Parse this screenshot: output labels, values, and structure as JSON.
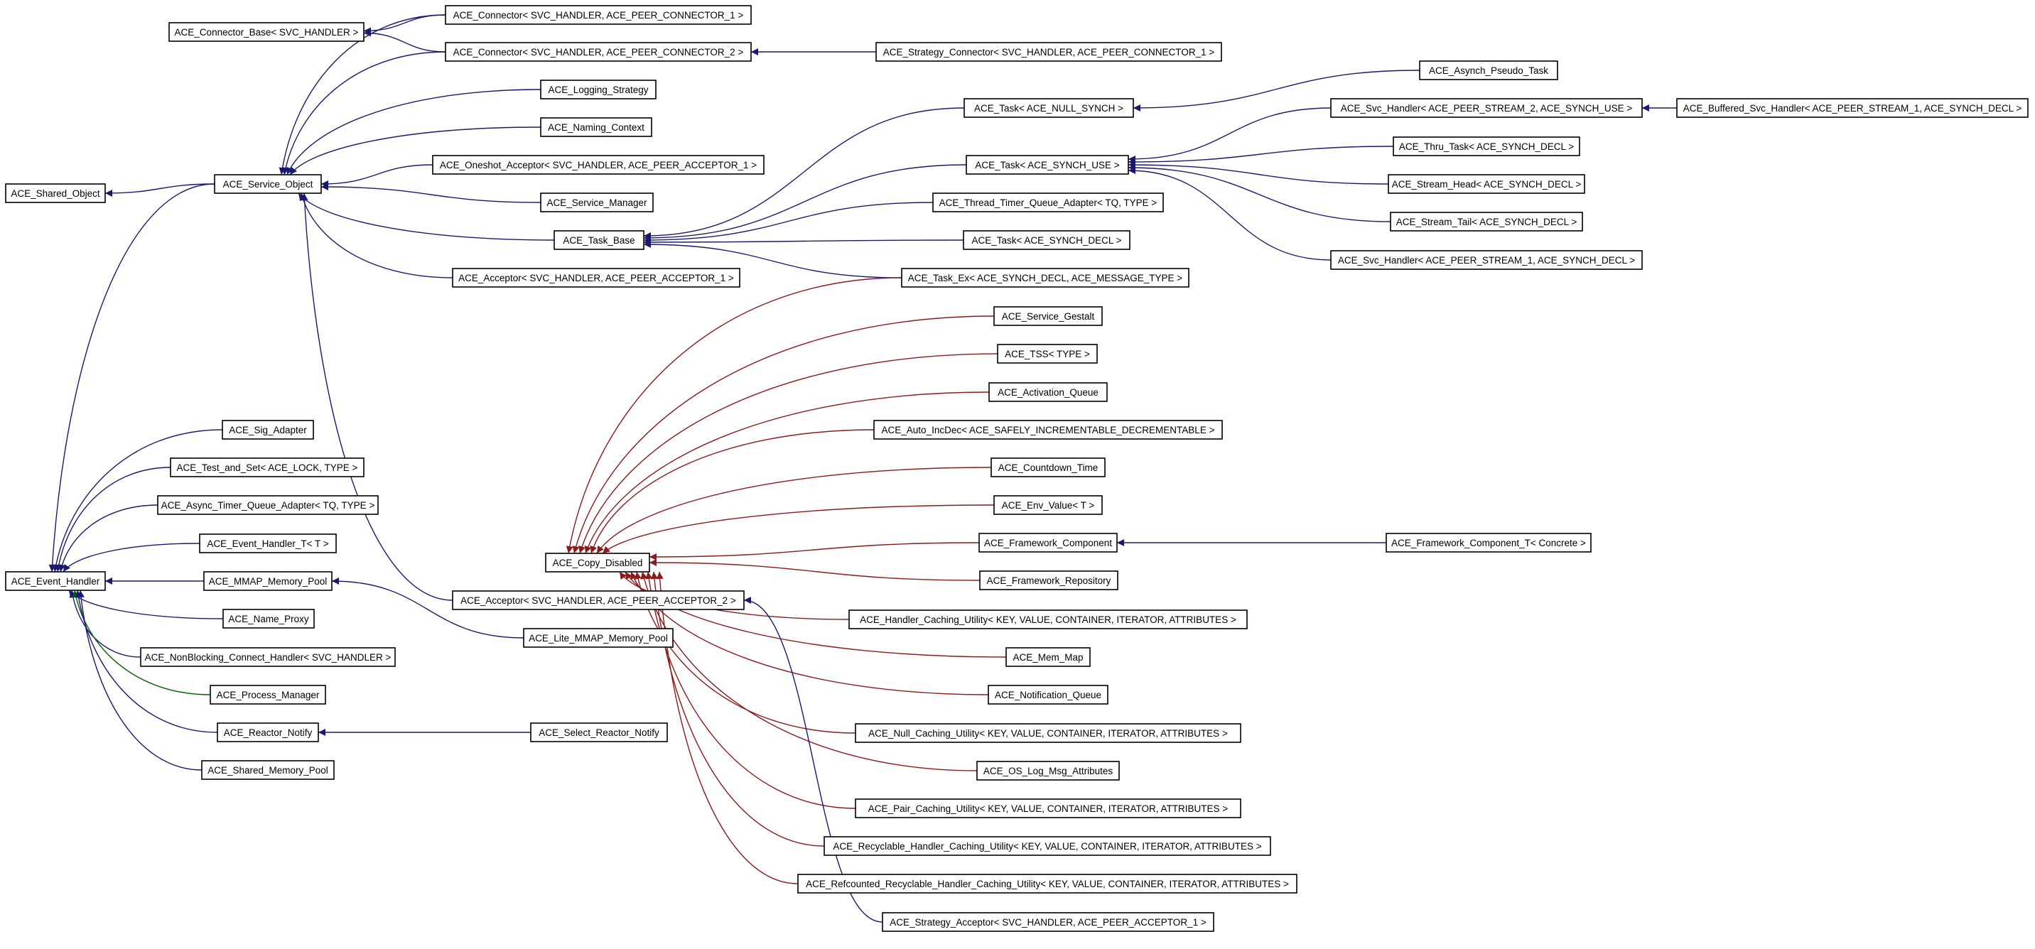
{
  "diagram": {
    "type": "class-inheritance-graph",
    "colors": {
      "public_inheritance": "#191970",
      "private_inheritance": "#8b1a1a",
      "protected_inheritance": "#006400",
      "node_border": "#000000",
      "background": "#ffffff"
    },
    "nodes": [
      {
        "id": "shared_object",
        "label": "ACE_Shared_Object"
      },
      {
        "id": "connector_base",
        "label": "ACE_Connector_Base< SVC_HANDLER >"
      },
      {
        "id": "connector1",
        "label": "ACE_Connector< SVC_HANDLER, ACE_PEER_CONNECTOR_1 >"
      },
      {
        "id": "connector2",
        "label": "ACE_Connector< SVC_HANDLER, ACE_PEER_CONNECTOR_2 >"
      },
      {
        "id": "strategy_connector",
        "label": "ACE_Strategy_Connector< SVC_HANDLER, ACE_PEER_CONNECTOR_1 >"
      },
      {
        "id": "logging_strategy",
        "label": "ACE_Logging_Strategy"
      },
      {
        "id": "naming_context",
        "label": "ACE_Naming_Context"
      },
      {
        "id": "oneshot_acceptor",
        "label": "ACE_Oneshot_Acceptor< SVC_HANDLER, ACE_PEER_ACCEPTOR_1 >"
      },
      {
        "id": "service_manager",
        "label": "ACE_Service_Manager"
      },
      {
        "id": "service_object",
        "label": "ACE_Service_Object"
      },
      {
        "id": "task_base",
        "label": "ACE_Task_Base"
      },
      {
        "id": "acceptor1",
        "label": "ACE_Acceptor< SVC_HANDLER, ACE_PEER_ACCEPTOR_1 >"
      },
      {
        "id": "asynch_pseudo_task",
        "label": "ACE_Asynch_Pseudo_Task"
      },
      {
        "id": "task_null_synch",
        "label": "ACE_Task< ACE_NULL_SYNCH >"
      },
      {
        "id": "task_synch_use",
        "label": "ACE_Task< ACE_SYNCH_USE >"
      },
      {
        "id": "thread_timer_queue_adapter",
        "label": "ACE_Thread_Timer_Queue_Adapter< TQ, TYPE >"
      },
      {
        "id": "task_synch_decl",
        "label": "ACE_Task< ACE_SYNCH_DECL >"
      },
      {
        "id": "task_ex",
        "label": "ACE_Task_Ex< ACE_SYNCH_DECL, ACE_MESSAGE_TYPE >"
      },
      {
        "id": "svc_handler2",
        "label": "ACE_Svc_Handler< ACE_PEER_STREAM_2, ACE_SYNCH_USE >"
      },
      {
        "id": "buffered_svc_handler",
        "label": "ACE_Buffered_Svc_Handler< ACE_PEER_STREAM_1, ACE_SYNCH_DECL >"
      },
      {
        "id": "thru_task",
        "label": "ACE_Thru_Task< ACE_SYNCH_DECL >"
      },
      {
        "id": "stream_head",
        "label": "ACE_Stream_Head< ACE_SYNCH_DECL >"
      },
      {
        "id": "stream_tail",
        "label": "ACE_Stream_Tail< ACE_SYNCH_DECL >"
      },
      {
        "id": "svc_handler1",
        "label": "ACE_Svc_Handler< ACE_PEER_STREAM_1, ACE_SYNCH_DECL >"
      },
      {
        "id": "service_gestalt",
        "label": "ACE_Service_Gestalt"
      },
      {
        "id": "tss",
        "label": "ACE_TSS< TYPE >"
      },
      {
        "id": "activation_queue",
        "label": "ACE_Activation_Queue"
      },
      {
        "id": "auto_incdec",
        "label": "ACE_Auto_IncDec< ACE_SAFELY_INCREMENTABLE_DECREMENTABLE >"
      },
      {
        "id": "countdown_time",
        "label": "ACE_Countdown_Time"
      },
      {
        "id": "env_value",
        "label": "ACE_Env_Value< T >"
      },
      {
        "id": "framework_component",
        "label": "ACE_Framework_Component"
      },
      {
        "id": "framework_component_t",
        "label": "ACE_Framework_Component_T< Concrete >"
      },
      {
        "id": "framework_repository",
        "label": "ACE_Framework_Repository"
      },
      {
        "id": "copy_disabled",
        "label": "ACE_Copy_Disabled"
      },
      {
        "id": "handler_caching_utility",
        "label": "ACE_Handler_Caching_Utility< KEY, VALUE, CONTAINER, ITERATOR, ATTRIBUTES >"
      },
      {
        "id": "mem_map",
        "label": "ACE_Mem_Map"
      },
      {
        "id": "notification_queue",
        "label": "ACE_Notification_Queue"
      },
      {
        "id": "null_caching_utility",
        "label": "ACE_Null_Caching_Utility< KEY, VALUE, CONTAINER, ITERATOR, ATTRIBUTES >"
      },
      {
        "id": "os_log_msg_attributes",
        "label": "ACE_OS_Log_Msg_Attributes"
      },
      {
        "id": "pair_caching_utility",
        "label": "ACE_Pair_Caching_Utility< KEY, VALUE, CONTAINER, ITERATOR, ATTRIBUTES >"
      },
      {
        "id": "recyclable_handler_caching_utility",
        "label": "ACE_Recyclable_Handler_Caching_Utility< KEY, VALUE, CONTAINER, ITERATOR, ATTRIBUTES >"
      },
      {
        "id": "refcounted_recyclable_handler_caching_utility",
        "label": "ACE_Refcounted_Recyclable_Handler_Caching_Utility< KEY, VALUE, CONTAINER, ITERATOR, ATTRIBUTES >"
      },
      {
        "id": "strategy_acceptor",
        "label": "ACE_Strategy_Acceptor< SVC_HANDLER, ACE_PEER_ACCEPTOR_1 >"
      },
      {
        "id": "event_handler",
        "label": "ACE_Event_Handler"
      },
      {
        "id": "sig_adapter",
        "label": "ACE_Sig_Adapter"
      },
      {
        "id": "test_and_set",
        "label": "ACE_Test_and_Set< ACE_LOCK, TYPE >"
      },
      {
        "id": "async_timer_queue_adapter",
        "label": "ACE_Async_Timer_Queue_Adapter< TQ, TYPE >"
      },
      {
        "id": "event_handler_t",
        "label": "ACE_Event_Handler_T< T >"
      },
      {
        "id": "mmap_memory_pool",
        "label": "ACE_MMAP_Memory_Pool"
      },
      {
        "id": "acceptor2",
        "label": "ACE_Acceptor< SVC_HANDLER, ACE_PEER_ACCEPTOR_2 >"
      },
      {
        "id": "lite_mmap_memory_pool",
        "label": "ACE_Lite_MMAP_Memory_Pool"
      },
      {
        "id": "name_proxy",
        "label": "ACE_Name_Proxy"
      },
      {
        "id": "nonblocking_connect_handler",
        "label": "ACE_NonBlocking_Connect_Handler< SVC_HANDLER >"
      },
      {
        "id": "process_manager",
        "label": "ACE_Process_Manager"
      },
      {
        "id": "reactor_notify",
        "label": "ACE_Reactor_Notify"
      },
      {
        "id": "select_reactor_notify",
        "label": "ACE_Select_Reactor_Notify"
      },
      {
        "id": "shared_memory_pool",
        "label": "ACE_Shared_Memory_Pool"
      }
    ],
    "edges": [
      {
        "from": "service_object",
        "to": "shared_object",
        "kind": "public_inheritance"
      },
      {
        "from": "connector1",
        "to": "connector_base",
        "kind": "public_inheritance"
      },
      {
        "from": "connector2",
        "to": "connector_base",
        "kind": "public_inheritance"
      },
      {
        "from": "strategy_connector",
        "to": "connector2",
        "kind": "public_inheritance"
      },
      {
        "from": "connector1",
        "to": "service_object",
        "kind": "public_inheritance"
      },
      {
        "from": "connector2",
        "to": "service_object",
        "kind": "public_inheritance"
      },
      {
        "from": "logging_strategy",
        "to": "service_object",
        "kind": "public_inheritance"
      },
      {
        "from": "naming_context",
        "to": "service_object",
        "kind": "public_inheritance"
      },
      {
        "from": "oneshot_acceptor",
        "to": "service_object",
        "kind": "public_inheritance"
      },
      {
        "from": "service_manager",
        "to": "service_object",
        "kind": "public_inheritance"
      },
      {
        "from": "task_base",
        "to": "service_object",
        "kind": "public_inheritance"
      },
      {
        "from": "acceptor1",
        "to": "service_object",
        "kind": "public_inheritance"
      },
      {
        "from": "acceptor2",
        "to": "service_object",
        "kind": "public_inheritance"
      },
      {
        "from": "service_object",
        "to": "event_handler",
        "kind": "public_inheritance"
      },
      {
        "from": "task_null_synch",
        "to": "task_base",
        "kind": "public_inheritance"
      },
      {
        "from": "task_synch_use",
        "to": "task_base",
        "kind": "public_inheritance"
      },
      {
        "from": "thread_timer_queue_adapter",
        "to": "task_base",
        "kind": "public_inheritance"
      },
      {
        "from": "task_synch_decl",
        "to": "task_base",
        "kind": "public_inheritance"
      },
      {
        "from": "task_ex",
        "to": "task_base",
        "kind": "public_inheritance"
      },
      {
        "from": "asynch_pseudo_task",
        "to": "task_null_synch",
        "kind": "public_inheritance"
      },
      {
        "from": "svc_handler2",
        "to": "task_synch_use",
        "kind": "public_inheritance"
      },
      {
        "from": "thru_task",
        "to": "task_synch_use",
        "kind": "public_inheritance"
      },
      {
        "from": "stream_head",
        "to": "task_synch_use",
        "kind": "public_inheritance"
      },
      {
        "from": "stream_tail",
        "to": "task_synch_use",
        "kind": "public_inheritance"
      },
      {
        "from": "svc_handler1",
        "to": "task_synch_use",
        "kind": "public_inheritance"
      },
      {
        "from": "buffered_svc_handler",
        "to": "svc_handler2",
        "kind": "public_inheritance"
      },
      {
        "from": "task_ex",
        "to": "copy_disabled",
        "kind": "private_inheritance"
      },
      {
        "from": "service_gestalt",
        "to": "copy_disabled",
        "kind": "private_inheritance"
      },
      {
        "from": "tss",
        "to": "copy_disabled",
        "kind": "private_inheritance"
      },
      {
        "from": "activation_queue",
        "to": "copy_disabled",
        "kind": "private_inheritance"
      },
      {
        "from": "auto_incdec",
        "to": "copy_disabled",
        "kind": "private_inheritance"
      },
      {
        "from": "countdown_time",
        "to": "copy_disabled",
        "kind": "private_inheritance"
      },
      {
        "from": "env_value",
        "to": "copy_disabled",
        "kind": "private_inheritance"
      },
      {
        "from": "framework_component",
        "to": "copy_disabled",
        "kind": "private_inheritance"
      },
      {
        "from": "framework_repository",
        "to": "copy_disabled",
        "kind": "private_inheritance"
      },
      {
        "from": "handler_caching_utility",
        "to": "copy_disabled",
        "kind": "private_inheritance"
      },
      {
        "from": "mem_map",
        "to": "copy_disabled",
        "kind": "private_inheritance"
      },
      {
        "from": "notification_queue",
        "to": "copy_disabled",
        "kind": "private_inheritance"
      },
      {
        "from": "null_caching_utility",
        "to": "copy_disabled",
        "kind": "private_inheritance"
      },
      {
        "from": "os_log_msg_attributes",
        "to": "copy_disabled",
        "kind": "private_inheritance"
      },
      {
        "from": "pair_caching_utility",
        "to": "copy_disabled",
        "kind": "private_inheritance"
      },
      {
        "from": "recyclable_handler_caching_utility",
        "to": "copy_disabled",
        "kind": "private_inheritance"
      },
      {
        "from": "refcounted_recyclable_handler_caching_utility",
        "to": "copy_disabled",
        "kind": "private_inheritance"
      },
      {
        "from": "framework_component_t",
        "to": "framework_component",
        "kind": "public_inheritance"
      },
      {
        "from": "strategy_acceptor",
        "to": "acceptor2",
        "kind": "public_inheritance"
      },
      {
        "from": "sig_adapter",
        "to": "event_handler",
        "kind": "public_inheritance"
      },
      {
        "from": "test_and_set",
        "to": "event_handler",
        "kind": "public_inheritance"
      },
      {
        "from": "async_timer_queue_adapter",
        "to": "event_handler",
        "kind": "public_inheritance"
      },
      {
        "from": "event_handler_t",
        "to": "event_handler",
        "kind": "public_inheritance"
      },
      {
        "from": "mmap_memory_pool",
        "to": "event_handler",
        "kind": "public_inheritance"
      },
      {
        "from": "name_proxy",
        "to": "event_handler",
        "kind": "public_inheritance"
      },
      {
        "from": "nonblocking_connect_handler",
        "to": "event_handler",
        "kind": "public_inheritance"
      },
      {
        "from": "process_manager",
        "to": "event_handler",
        "kind": "protected_inheritance"
      },
      {
        "from": "reactor_notify",
        "to": "event_handler",
        "kind": "public_inheritance"
      },
      {
        "from": "shared_memory_pool",
        "to": "event_handler",
        "kind": "public_inheritance"
      },
      {
        "from": "lite_mmap_memory_pool",
        "to": "mmap_memory_pool",
        "kind": "public_inheritance"
      },
      {
        "from": "select_reactor_notify",
        "to": "reactor_notify",
        "kind": "public_inheritance"
      }
    ]
  }
}
